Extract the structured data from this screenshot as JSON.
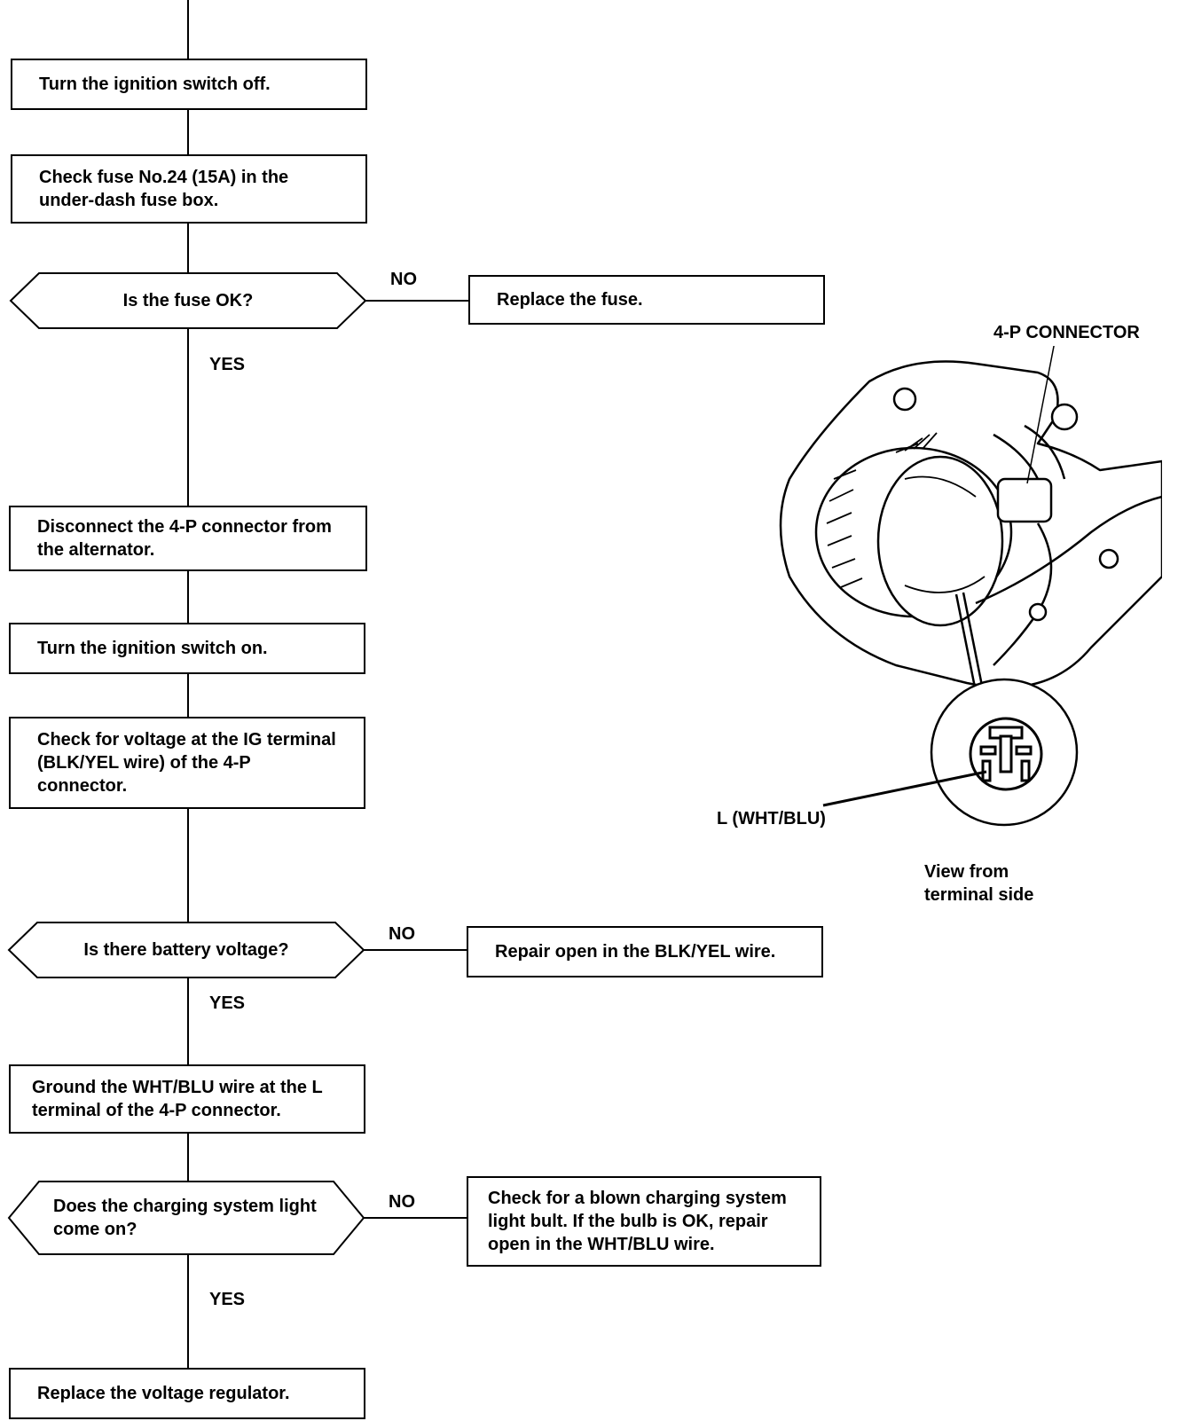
{
  "flowchart": {
    "step_ignition_off": "Turn the ignition switch off.",
    "step_check_fuse": "Check fuse No.24 (15A) in the under-dash fuse box.",
    "decision_fuse_ok": "Is the fuse OK?",
    "action_replace_fuse": "Replace the fuse.",
    "step_disconnect": "Disconnect the 4-P connector from the alternator.",
    "step_ignition_on": "Turn the ignition switch on.",
    "step_check_voltage": "Check for voltage at the IG terminal (BLK/YEL wire) of the 4-P connector.",
    "decision_battery_voltage": "Is there battery voltage?",
    "action_repair_blk_yel": "Repair open in the BLK/YEL wire.",
    "step_ground_wire": "Ground the WHT/BLU wire at the L terminal of the 4-P connector.",
    "decision_light_on": "Does the charging system light come on?",
    "action_check_bulb": "Check for a blown charging system light bult. If the bulb is OK, repair open in the WHT/BLU wire.",
    "step_replace_regulator": "Replace the voltage regulator.",
    "label_no": "NO",
    "label_yes": "YES"
  },
  "figure": {
    "connector_label": "4-P CONNECTOR",
    "terminal_label": "L (WHT/BLU)",
    "view_caption": "View from terminal side"
  }
}
